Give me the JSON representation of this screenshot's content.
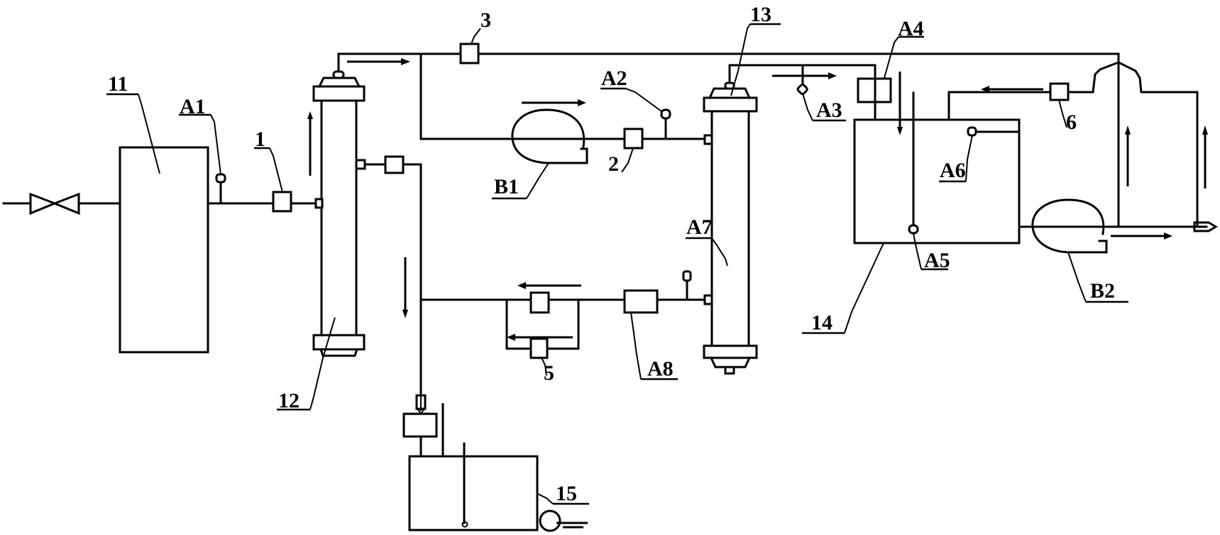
{
  "diagram": {
    "type": "process flow schematic",
    "labels": {
      "tank_11": "11",
      "column_12": "12",
      "column_13": "13",
      "tank_14": "14",
      "tank_15": "15",
      "valve_1": "1",
      "valve_2": "2",
      "valve_3": "3",
      "valve_5": "5",
      "valve_6": "6",
      "sensor_a1": "A1",
      "sensor_a2": "A2",
      "sensor_a3": "A3",
      "device_a4": "A4",
      "sensor_a5": "A5",
      "sensor_a6": "A6",
      "sensor_a7": "A7",
      "device_a8": "A8",
      "pump_b1": "B1",
      "pump_b2": "B2"
    },
    "components": [
      {
        "id": "11",
        "kind": "tank"
      },
      {
        "id": "12",
        "kind": "membrane-column"
      },
      {
        "id": "13",
        "kind": "membrane-column"
      },
      {
        "id": "14",
        "kind": "tank"
      },
      {
        "id": "15",
        "kind": "tank"
      },
      {
        "id": "B1",
        "kind": "pump"
      },
      {
        "id": "B2",
        "kind": "pump"
      },
      {
        "id": "1",
        "kind": "valve"
      },
      {
        "id": "2",
        "kind": "valve"
      },
      {
        "id": "3",
        "kind": "valve"
      },
      {
        "id": "5",
        "kind": "valve"
      },
      {
        "id": "6",
        "kind": "valve"
      },
      {
        "id": "A1",
        "kind": "sensor"
      },
      {
        "id": "A2",
        "kind": "sensor"
      },
      {
        "id": "A3",
        "kind": "sensor"
      },
      {
        "id": "A4",
        "kind": "instrument"
      },
      {
        "id": "A5",
        "kind": "sensor"
      },
      {
        "id": "A6",
        "kind": "sensor"
      },
      {
        "id": "A7",
        "kind": "sensor"
      },
      {
        "id": "A8",
        "kind": "instrument"
      }
    ]
  }
}
